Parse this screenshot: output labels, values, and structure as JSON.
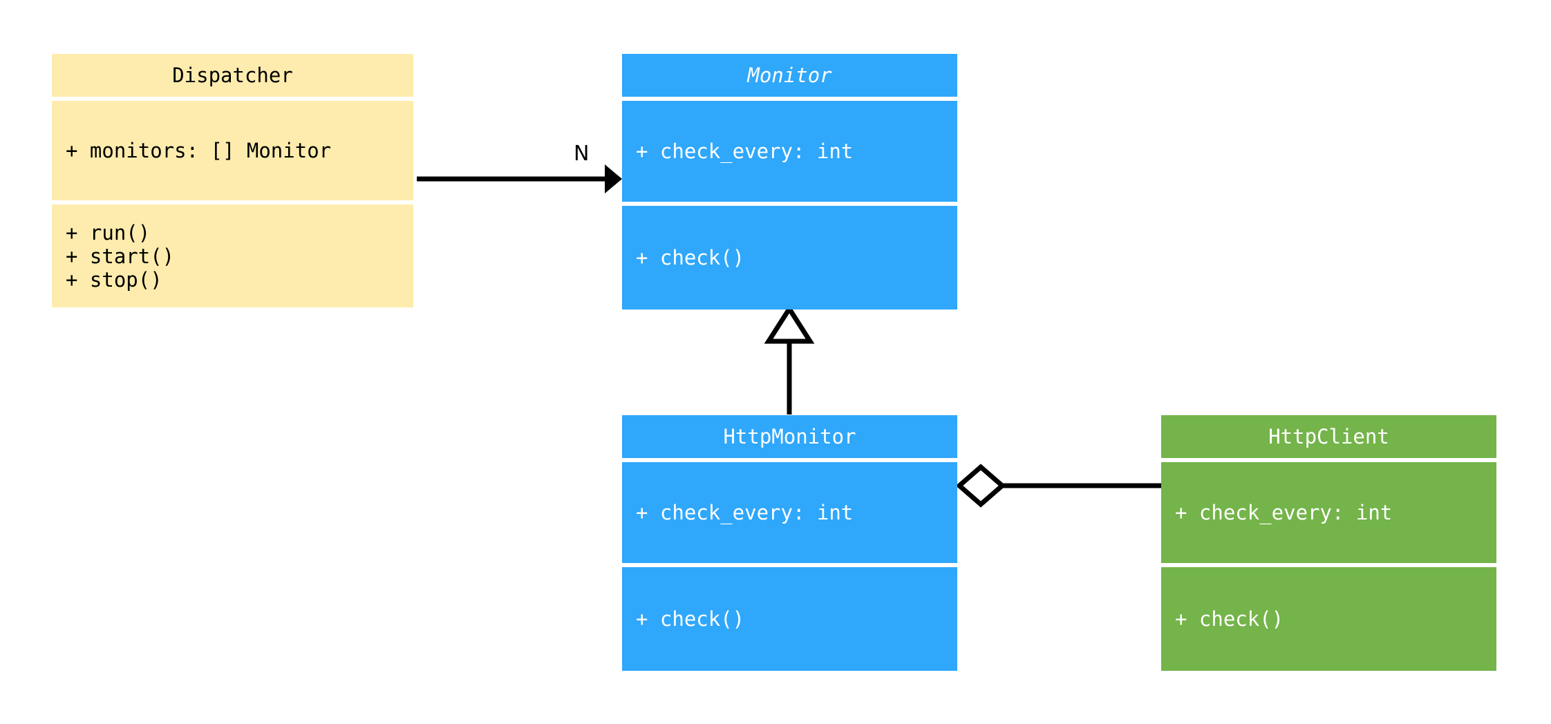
{
  "diagram": {
    "kind": "uml-class-diagram",
    "background": "#ffffff",
    "classes": [
      {
        "id": "dispatcher",
        "name": "Dispatcher",
        "abstract": false,
        "theme": "yellow",
        "fill": "#fdecad",
        "text_color": "#000000",
        "attributes": [
          "+ monitors: [] Monitor"
        ],
        "methods": [
          "+ run()",
          "+ start()",
          "+ stop()"
        ]
      },
      {
        "id": "monitor",
        "name": "Monitor",
        "abstract": true,
        "theme": "blue",
        "fill": "#2fa7fb",
        "text_color": "#ffffff",
        "attributes": [
          "+ check_every: int"
        ],
        "methods": [
          "+ check()"
        ]
      },
      {
        "id": "http-monitor",
        "name": "HttpMonitor",
        "abstract": false,
        "theme": "blue",
        "fill": "#2fa7fb",
        "text_color": "#ffffff",
        "attributes": [
          "+ check_every: int"
        ],
        "methods": [
          "+ check()"
        ]
      },
      {
        "id": "http-client",
        "name": "HttpClient",
        "abstract": false,
        "theme": "green",
        "fill": "#74b44a",
        "text_color": "#ffffff",
        "attributes": [
          "+ check_every: int"
        ],
        "methods": [
          "+ check()"
        ]
      }
    ],
    "relations": [
      {
        "id": "dispatcher-to-monitor",
        "type": "association",
        "from": "Dispatcher",
        "to": "Monitor",
        "label": "N",
        "head": "filled-arrow",
        "color": "#000000"
      },
      {
        "id": "httpmonitor-to-monitor",
        "type": "generalization",
        "from": "HttpMonitor",
        "to": "Monitor",
        "label": "",
        "head": "hollow-triangle",
        "color": "#000000"
      },
      {
        "id": "httpmonitor-to-httpclient",
        "type": "aggregation",
        "from": "HttpMonitor",
        "to": "HttpClient",
        "label": "",
        "head": "hollow-diamond",
        "color": "#000000"
      }
    ]
  }
}
